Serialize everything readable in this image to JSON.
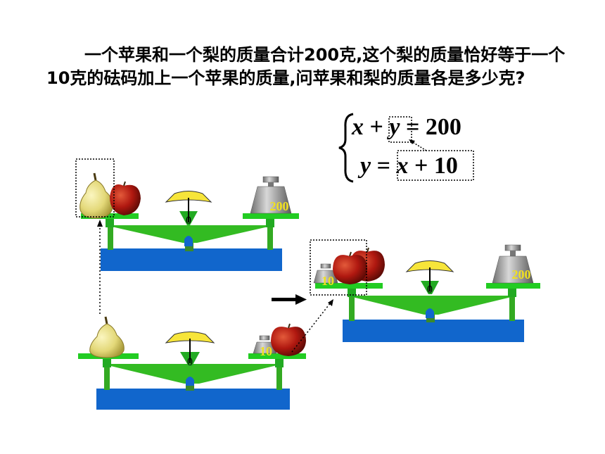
{
  "problem_text": "一个苹果和一个梨的质量合计200克,这个梨的质量恰好等于一个10克的砝码加上一个苹果的质量,问苹果和梨的质量各是多少克?",
  "equation1": {
    "x": "x",
    "plus": "+",
    "y": "y",
    "equals": "=",
    "rhs": "200"
  },
  "equation2": {
    "y": "y",
    "equals": "=",
    "x": "x",
    "plus": "+",
    "rhs": "10"
  },
  "weights": {
    "w200": "200",
    "w10": "10"
  },
  "dial_zero": "0"
}
